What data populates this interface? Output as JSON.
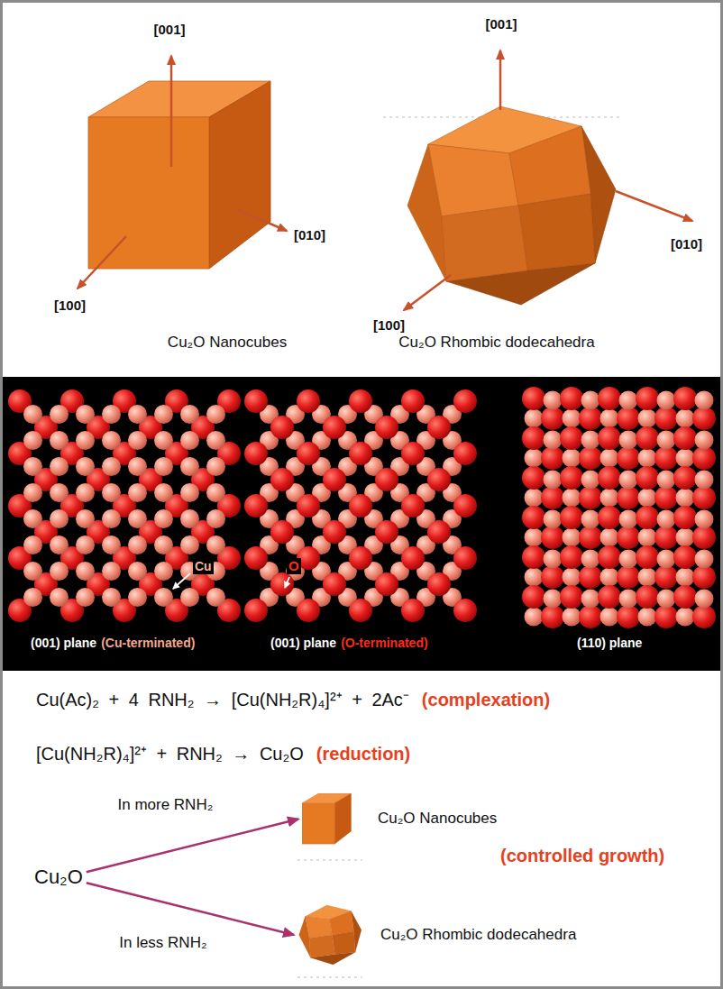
{
  "diagram": {
    "nodes": [
      {
        "text": [
          "Cu₂O"
        ]
      },
      {
        "text": [
          "Cu₂O Nanocubes"
        ]
      },
      {
        "text": [
          "Cu₂O Rhombic dodecahedra"
        ]
      }
    ],
    "edges": [
      {
        "from": 0,
        "to": 1,
        "arrow": "to",
        "label": "In more RNH₂"
      },
      {
        "from": 0,
        "to": 2,
        "arrow": "to",
        "label": "In less RNH₂"
      }
    ],
    "labels": [
      "[001]",
      "[010]",
      "[100]",
      "Cu₂O Nanocubes",
      "[001]",
      "[010]",
      "[100]",
      "Cu₂O Rhombic dodecahedra",
      "Cu",
      "O",
      "(001) plane",
      "(Cu-terminated)",
      "(001) plane",
      "(O-terminated)",
      "(110) plane",
      "Cu(Ac)₂ + 4 RNH₂ → [Cu(NH₂R)₄]²⁺ + 2Ac⁻",
      "(complexation)",
      "[Cu(NH₂R)₄]²⁺ + RNH₂ → Cu₂O",
      "(reduction)",
      "(controlled growth)"
    ]
  }
}
